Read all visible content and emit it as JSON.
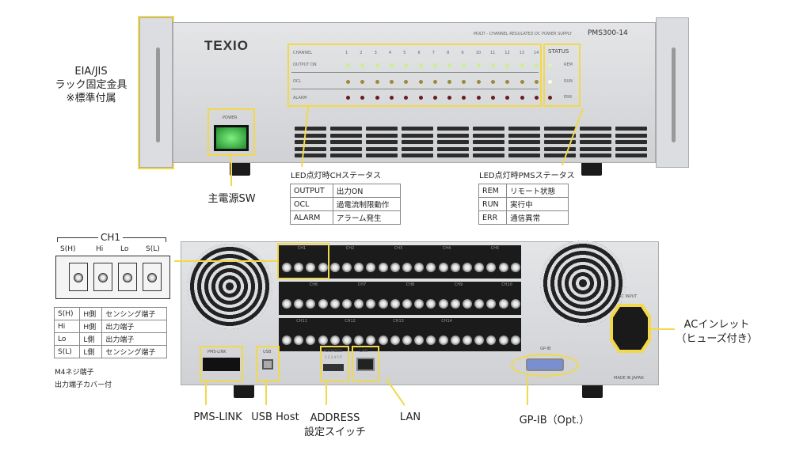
{
  "front": {
    "brand": "TEXIO",
    "product_desc": "MULTI - CHANNEL REGULATED DC POWER SUPPLY",
    "model": "PMS300-14",
    "power_label": "POWER",
    "led_rows": [
      "CHANNEL",
      "OUTPUT ON",
      "OCL",
      "ALARM"
    ],
    "channels": [
      "1",
      "2",
      "3",
      "4",
      "5",
      "6",
      "7",
      "8",
      "9",
      "10",
      "11",
      "12",
      "13",
      "14"
    ],
    "status_title": "STATUS",
    "status_items": [
      "REM",
      "RUN",
      "ERR"
    ],
    "colors": {
      "output": "#c9f08a",
      "ocl": "#9a8a3a",
      "alarm": "#6b1c1c",
      "highlight": "#f2d84b"
    }
  },
  "callouts": {
    "rack": [
      "EIA/JIS",
      "ラック固定金具",
      "※標準付属"
    ],
    "power_sw": "主電源SW",
    "ch_status_caption": "LED点灯時CHステータス",
    "ch_status_table": [
      [
        "OUTPUT",
        "出力ON"
      ],
      [
        "OCL",
        "過電流制限動作"
      ],
      [
        "ALARM",
        "アラーム発生"
      ]
    ],
    "pms_status_caption": "LED点灯時PMSステータス",
    "pms_status_table": [
      [
        "REM",
        "リモート状態"
      ],
      [
        "RUN",
        "実行中"
      ],
      [
        "ERR",
        "通信異常"
      ]
    ],
    "ch1_title": "CH1",
    "ch1_terminals": [
      "S(H)",
      "Hi",
      "Lo",
      "S(L)"
    ],
    "ch1_table": [
      [
        "S(H)",
        "H側",
        "センシング端子"
      ],
      [
        "Hi",
        "H側",
        "出力端子"
      ],
      [
        "Lo",
        "L側",
        "出力端子"
      ],
      [
        "S(L)",
        "L側",
        "センシング端子"
      ]
    ],
    "ch1_notes": [
      "M4ネジ端子",
      "出力端子カバー付"
    ],
    "pms_link": "PMS-LINK",
    "usb": "USB Host",
    "address": [
      "ADDRESS",
      "設定スイッチ"
    ],
    "lan": "LAN",
    "gpib": "GP-IB（Opt.）",
    "ac": [
      "ACインレット",
      "（ヒューズ付き）"
    ]
  },
  "rear": {
    "pms_link_label": "PMS-LINK",
    "usb_label": "USB",
    "address_label": "ADDRESS",
    "address_bits": "1 2 3 4 5 P",
    "lan_label": "LAN",
    "gpib_label": "GP-IB",
    "ac_label": "AC INPUT",
    "made_in": "MADE IN JAPAN",
    "terminal_groups": [
      "CH1",
      "CH2",
      "CH3",
      "CH4",
      "CH5",
      "CH6",
      "CH7",
      "CH8",
      "CH9",
      "CH10",
      "CH11",
      "CH12",
      "CH13",
      "CH14"
    ]
  }
}
